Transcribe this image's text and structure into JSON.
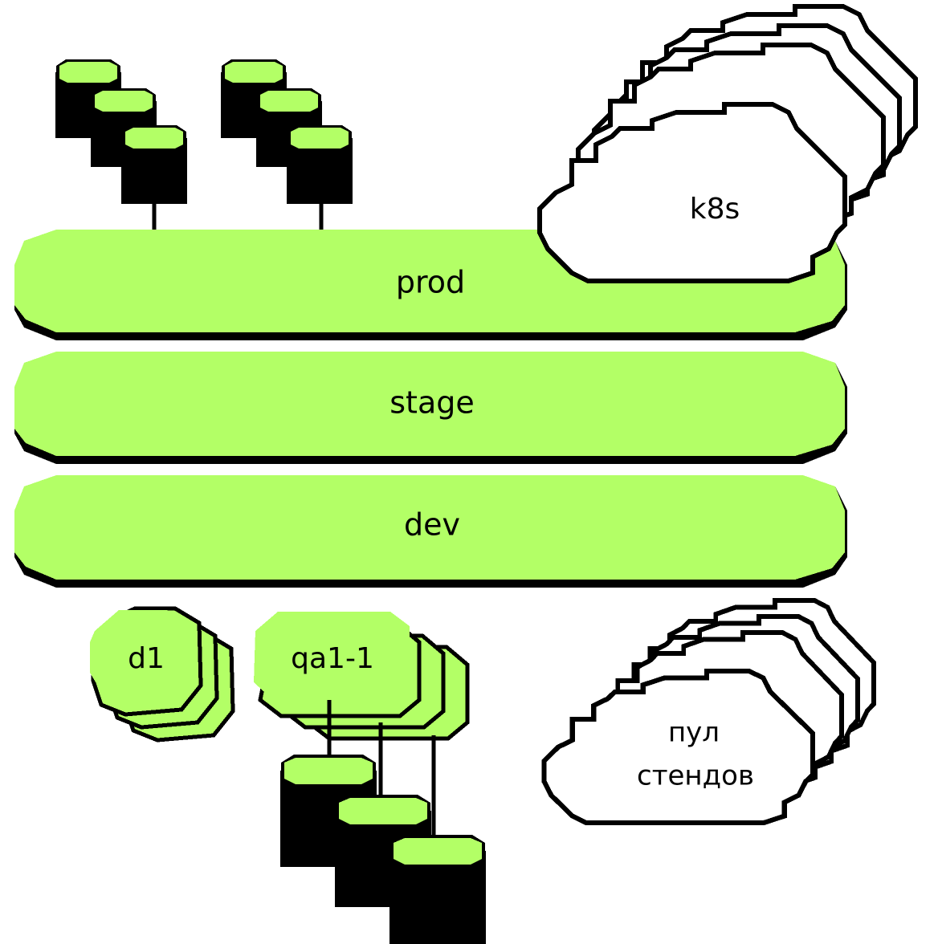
{
  "colors": {
    "accent": "#b3ff66",
    "ink": "#000000",
    "paper": "#ffffff"
  },
  "environments": [
    {
      "label": "prod"
    },
    {
      "label": "stage"
    },
    {
      "label": "dev"
    }
  ],
  "clouds": {
    "k8s": "k8s",
    "pool_line1": "пул",
    "pool_line2": "стендов"
  },
  "stands": {
    "d1": "d1",
    "qa": "qa1-1"
  }
}
